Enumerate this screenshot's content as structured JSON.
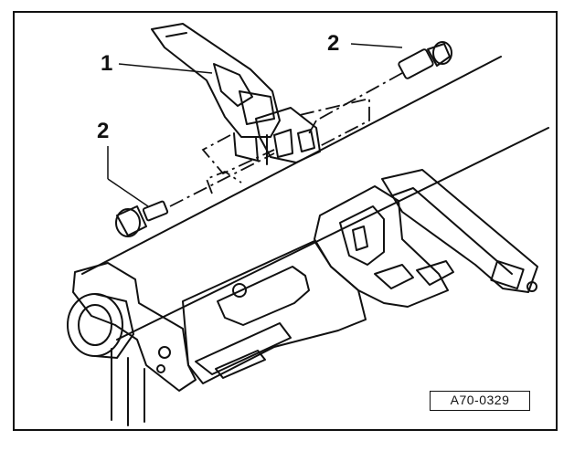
{
  "callouts": [
    {
      "label": "1",
      "name": "bracket"
    },
    {
      "label": "2",
      "name": "bolt-upper"
    },
    {
      "label": "2",
      "name": "bolt-lower"
    }
  ],
  "reference_code": "A70-0329"
}
